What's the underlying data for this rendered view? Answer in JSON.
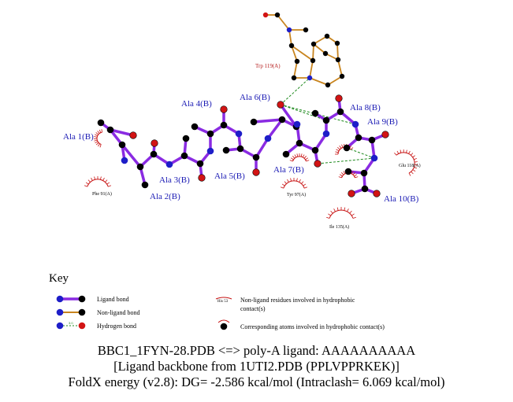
{
  "colors": {
    "ligand_bond": "#8a2be2",
    "non_ligand_bond": "#c8841e",
    "hbond": "#1e8a1e",
    "carbon": "#000000",
    "nitrogen": "#1e1ec8",
    "oxygen": "#d21414",
    "hydrophobic": "#c81414",
    "residue_label": "#1a1ab4",
    "trp_label": "#b51c1c"
  },
  "residues": {
    "ala1": "Ala 1(B)",
    "ala2": "Ala 2(B)",
    "ala3": "Ala 3(B)",
    "ala4": "Ala 4(B)",
    "ala5": "Ala 5(B)",
    "ala6": "Ala 6(B)",
    "ala7": "Ala 7(B)",
    "ala8": "Ala 8(B)",
    "ala9": "Ala 9(B)",
    "ala10": "Ala 10(B)"
  },
  "contacts": {
    "trp": "Trp 119(A)",
    "phe91": "Phe 91(A)",
    "tyr97": "Tyr 97(A)",
    "ile135": "Ile 135(A)",
    "glu118": "Glu 118(A)"
  },
  "key": {
    "title": "Key",
    "ligand_bond": "Ligand bond",
    "non_ligand_bond": "Non-ligand bond",
    "hbond": "Hydrogen bond",
    "hbond_dist": "3.0",
    "his_label": "His 53",
    "nonlig_line1": "Non-ligand residues involved in hydrophobic",
    "nonlig_line2": "contact(s)",
    "corresponding": "Corresponding atoms involved in hydrophobic contact(s)"
  },
  "caption": {
    "line1": "BBC1_1FYN-28.PDB <=> poly-A ligand: AAAAAAAAAA",
    "line2": "[Ligand backbone from 1UTI2.PDB (PPLVPPRKEK)]",
    "line3": "FoldX energy (v2.8): DG= -2.586 kcal/mol (Intraclash= 6.069 kcal/mol)"
  }
}
